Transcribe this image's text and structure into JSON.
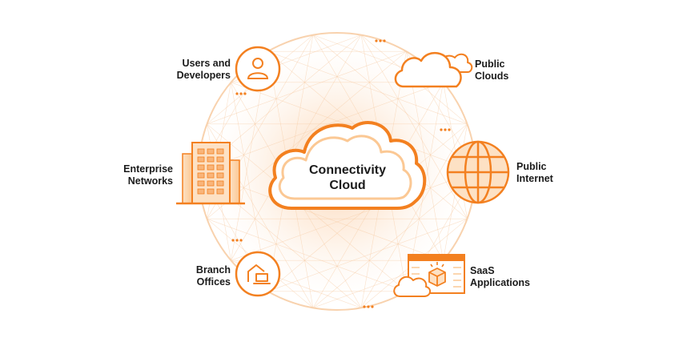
{
  "center": {
    "line1": "Connectivity",
    "line2": "Cloud"
  },
  "nodes": {
    "users": {
      "line1": "Users and",
      "line2": "Developers",
      "icon": "user-icon"
    },
    "public_clouds": {
      "line1": "Public",
      "line2": "Clouds",
      "icon": "cloud-icon"
    },
    "enterprise": {
      "line1": "Enterprise",
      "line2": "Networks",
      "icon": "office-building-icon"
    },
    "internet": {
      "line1": "Public",
      "line2": "Internet",
      "icon": "globe-icon"
    },
    "branch": {
      "line1": "Branch",
      "line2": "Offices",
      "icon": "home-laptop-icon"
    },
    "saas": {
      "line1": "SaaS",
      "line2": "Applications",
      "icon": "browser-package-icon"
    }
  },
  "colors": {
    "accent": "#f38020",
    "accent_light": "#fbd3ae",
    "accent_pale": "#fde7d2",
    "text": "#1b1b1b",
    "ring": "#f6c9a0"
  }
}
